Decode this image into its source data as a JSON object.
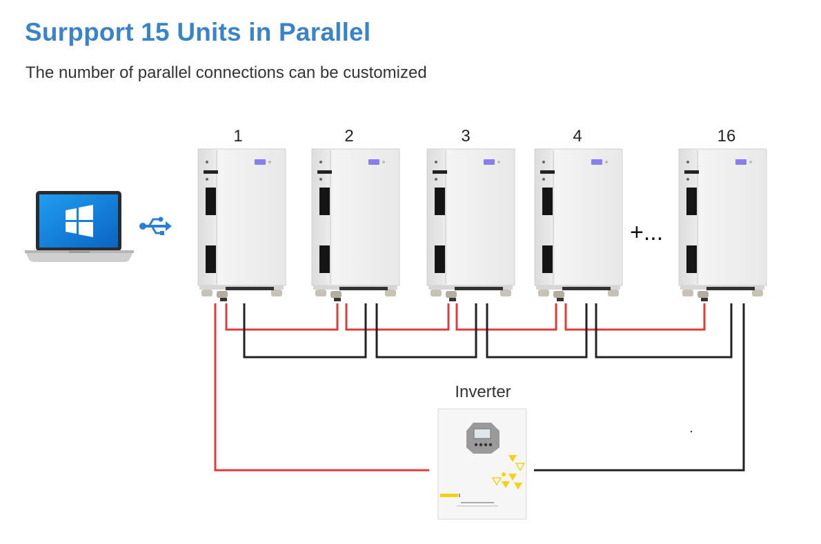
{
  "header": {
    "title": "Surpport 15 Units in Parallel",
    "subtitle": "The number of parallel connections can be customized"
  },
  "units": [
    {
      "label": "1"
    },
    {
      "label": "2"
    },
    {
      "label": "3"
    },
    {
      "label": "4"
    },
    {
      "label": "16"
    }
  ],
  "more_units_label": "+...",
  "inverter": {
    "label": "Inverter"
  },
  "icons": {
    "laptop": "laptop-windows-icon",
    "usb": "usb-icon"
  },
  "colors": {
    "title": "#3b83c8",
    "positive_cable": "#e03a3a",
    "negative_cable": "#222222",
    "usb_icon": "#2a7fd4",
    "battery_body": "#eeeeee"
  }
}
